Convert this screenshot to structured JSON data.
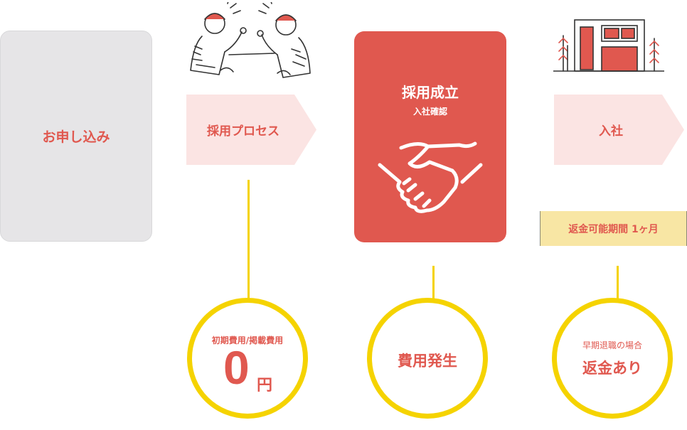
{
  "steps": {
    "apply": "お申し込み",
    "process": "採用プロセス",
    "hire_title": "採用成立",
    "hire_sub": "入社確認",
    "join": "入社"
  },
  "refund_period": "返金可能期間 1ヶ月",
  "circles": {
    "fee_free_label": "初期費用/掲載費用",
    "fee_free_value": "0",
    "fee_free_unit": "円",
    "fee_occurs": "費用発生",
    "early_leave_label": "早期退職の場合",
    "refund": "返金あり"
  },
  "colors": {
    "accent": "#e0584f",
    "arrow_fill": "#fbe4e3",
    "card_gray": "#e6e5e7",
    "connector": "#f5d300",
    "label_bg": "#f8e6a4"
  }
}
